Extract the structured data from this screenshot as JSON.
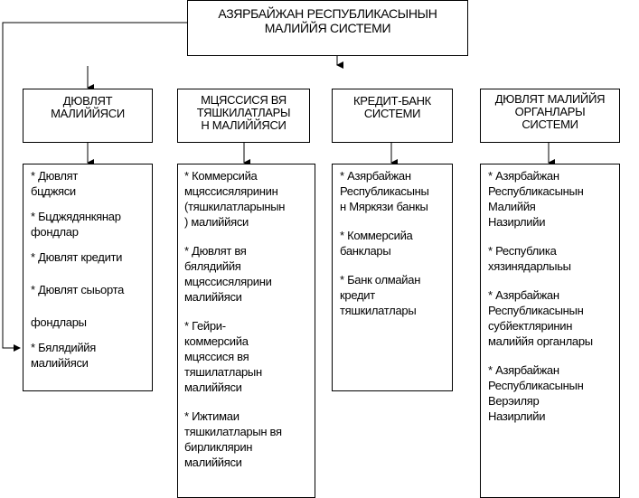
{
  "top": {
    "line1": "АЗЯРБАЙЖАН РЕСПУБЛИКАСЫНЫН",
    "line2": "МАЛИЙЙЯ СИСТЕМИ"
  },
  "headers": [
    {
      "line1": "ДЮВЛЯТ",
      "line2": "МАЛИЙЙЯСИ",
      "line3": ""
    },
    {
      "line1": "МЦЯССИСЯ ВЯ",
      "line2": "ТЯШКИЛАТЛАРЫ",
      "line3": "Н МАЛИЙЙЯСИ"
    },
    {
      "line1": "КРЕДИТ-БАНК",
      "line2": "СИСТЕМИ",
      "line3": ""
    },
    {
      "line1": "ДЮВЛЯТ МАЛИЙЙЯ",
      "line2": "ОРГАНЛАРЫ",
      "line3": "СИСТЕМИ"
    }
  ],
  "columns": [
    {
      "items": [
        "* Дювлят\nбцджяси",
        "* Бцджядянкянар\n  фондлар",
        "* Дювлят кредити",
        "* Дювлят сыьорта",
        "  фондлары",
        "* Бялядиййя\n  малиййяси"
      ]
    },
    {
      "items": [
        "* Коммерсийа\nмцяссисяляринин\n(тяшкилатларынын\n) малиййяси",
        "* Дювлят вя\nбялядиййя\nмцяссисялярини\nмалиййяси",
        "* Гейри-\nкоммерсийа\nмцяссися вя\nтяшилатларын\nмалиййяси",
        "* Ижтимаи\nтяшкилатларын вя\nбирликлярин\nмалиййяси"
      ]
    },
    {
      "items": [
        "* Азярбайжан\nРеспубликасыны\nн Мяркязи банкы",
        "* Коммерсийа\nбанклары",
        "* Банк олмайан\nкредит\nтяшкилатлары"
      ]
    },
    {
      "items": [
        "* Азярбайжан\nРеспубликасынын\nМалиййя\nНазирлийи",
        "* Республика\nхязинядарлыьы",
        "* Азярбайжан\nРеспубликасынын\nсубйектляринин\nмалиййя органлары",
        "* Азярбайжан\nРеспубликасынын\nВерэиляр\nНазирлийи"
      ]
    }
  ]
}
